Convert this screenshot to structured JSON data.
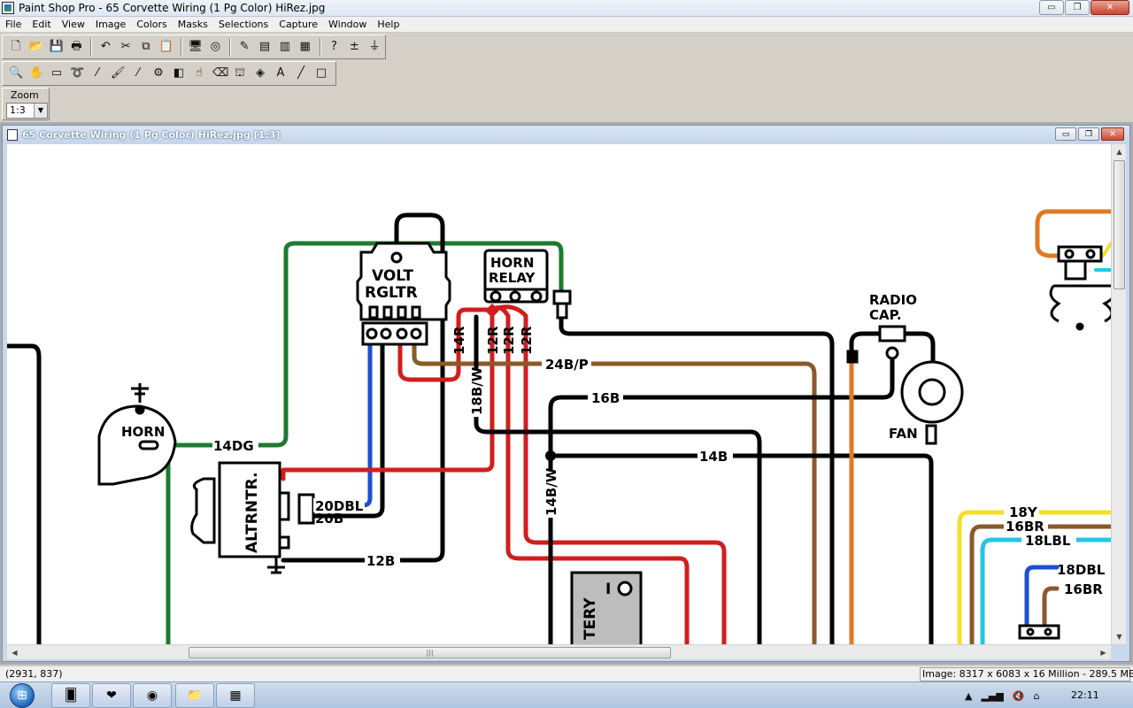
{
  "app": {
    "title": "Paint Shop Pro - 65 Corvette Wiring (1 Pg Color) HiRez.jpg"
  },
  "window_buttons": {
    "minimize": "▭",
    "restore": "❐",
    "close": "✕"
  },
  "menu": [
    "File",
    "Edit",
    "View",
    "Image",
    "Colors",
    "Masks",
    "Selections",
    "Capture",
    "Window",
    "Help"
  ],
  "toolbar1": [
    {
      "name": "new-icon",
      "glyph": "🗋"
    },
    {
      "name": "open-icon",
      "glyph": "📂"
    },
    {
      "name": "save-icon",
      "glyph": "💾"
    },
    {
      "name": "print-icon",
      "glyph": "🖶"
    },
    {
      "name": "undo-icon",
      "glyph": "↶"
    },
    {
      "name": "cut-icon",
      "glyph": "✂"
    },
    {
      "name": "copy-icon",
      "glyph": "⧉"
    },
    {
      "name": "paste-icon",
      "glyph": "📋"
    },
    {
      "name": "fullscreen-icon",
      "glyph": "🖥"
    },
    {
      "name": "browse-icon",
      "glyph": "◎"
    },
    {
      "name": "tool-palette-icon",
      "glyph": "✎"
    },
    {
      "name": "status-bar-icon",
      "glyph": "▤"
    },
    {
      "name": "color-palette-icon",
      "glyph": "▥"
    },
    {
      "name": "histogram-icon",
      "glyph": "▦"
    },
    {
      "name": "help-icon",
      "glyph": "?"
    },
    {
      "name": "control-palette-icon",
      "glyph": "±"
    },
    {
      "name": "filter-icon",
      "glyph": "⏚"
    }
  ],
  "toolbar2": [
    {
      "name": "zoom-tool-icon",
      "glyph": "🔍"
    },
    {
      "name": "pan-tool-icon",
      "glyph": "✋"
    },
    {
      "name": "selection-tool-icon",
      "glyph": "▭"
    },
    {
      "name": "lasso-tool-icon",
      "glyph": "➰"
    },
    {
      "name": "eyedropper-tool-icon",
      "glyph": "⁄"
    },
    {
      "name": "paintbrush-tool-icon",
      "glyph": "🖌"
    },
    {
      "name": "clone-tool-icon",
      "glyph": "⁄"
    },
    {
      "name": "color-replace-tool-icon",
      "glyph": "⚙"
    },
    {
      "name": "retouch-tool-icon",
      "glyph": "◧"
    },
    {
      "name": "scratch-remover-icon",
      "glyph": "☝"
    },
    {
      "name": "eraser-tool-icon",
      "glyph": "⌫"
    },
    {
      "name": "picture-tube-icon",
      "glyph": "⛫"
    },
    {
      "name": "flood-fill-icon",
      "glyph": "◈"
    },
    {
      "name": "text-tool-icon",
      "glyph": "A"
    },
    {
      "name": "line-tool-icon",
      "glyph": "╱"
    },
    {
      "name": "shape-tool-icon",
      "glyph": "□"
    }
  ],
  "zoom": {
    "label": "Zoom",
    "value": "1:3"
  },
  "document": {
    "title": "65 Corvette Wiring (1 Pg Color) HiRez.jpg [1:3]"
  },
  "diagram_labels": {
    "volt": "VOLT",
    "rgltr": "RGLTR",
    "horn_relay_1": "HORN",
    "horn_relay_2": "RELAY",
    "radio_cap_1": "RADIO",
    "radio_cap_2": "CAP.",
    "horn": "HORN",
    "fan": "FAN",
    "altrntr": "ALTRNTR.",
    "tery": "TERY",
    "battery_terminal": "I",
    "w_14dg": "14DG",
    "w_20dbl": "20DBL",
    "w_20b": "20B",
    "w_12b": "12B",
    "w_14r": "14R",
    "w_12r_a": "12R",
    "w_12r_b": "12R",
    "w_12r_c": "12R",
    "w_24bp": "24B/P",
    "w_16b": "16B",
    "w_14b": "14B",
    "w_18bw": "18B/W",
    "w_14bw": "14B/W",
    "w_18y": "18Y",
    "w_16br_a": "16BR",
    "w_18lbl": "18LBL",
    "w_18dbl": "18DBL",
    "w_16br_b": "16BR"
  },
  "colors": {
    "green": "#1d7a2e",
    "red": "#d01e1e",
    "brown": "#8a5a28",
    "blue": "#1f4fd0",
    "orange": "#e07a22",
    "yellow": "#f2e027",
    "cyan": "#27c4ea",
    "black": "#000000"
  },
  "status": {
    "coords": "(2931, 837)",
    "image_info": "Image:  8317 x 6083 x 16 Million - 289.5 MBytes"
  },
  "taskbar": {
    "apps": [
      {
        "name": "taskbar-app-generic-icon",
        "glyph": "🂠"
      },
      {
        "name": "taskbar-app-red-icon",
        "glyph": "❤"
      },
      {
        "name": "taskbar-chrome-icon",
        "glyph": "◉"
      },
      {
        "name": "taskbar-explorer-icon",
        "glyph": "📁"
      },
      {
        "name": "taskbar-paintshop-icon",
        "glyph": "▦"
      }
    ],
    "tray": {
      "up": "▲",
      "signal": "▂▄▆",
      "volume": "🔇",
      "device": "⌂",
      "time": "22:11"
    }
  }
}
